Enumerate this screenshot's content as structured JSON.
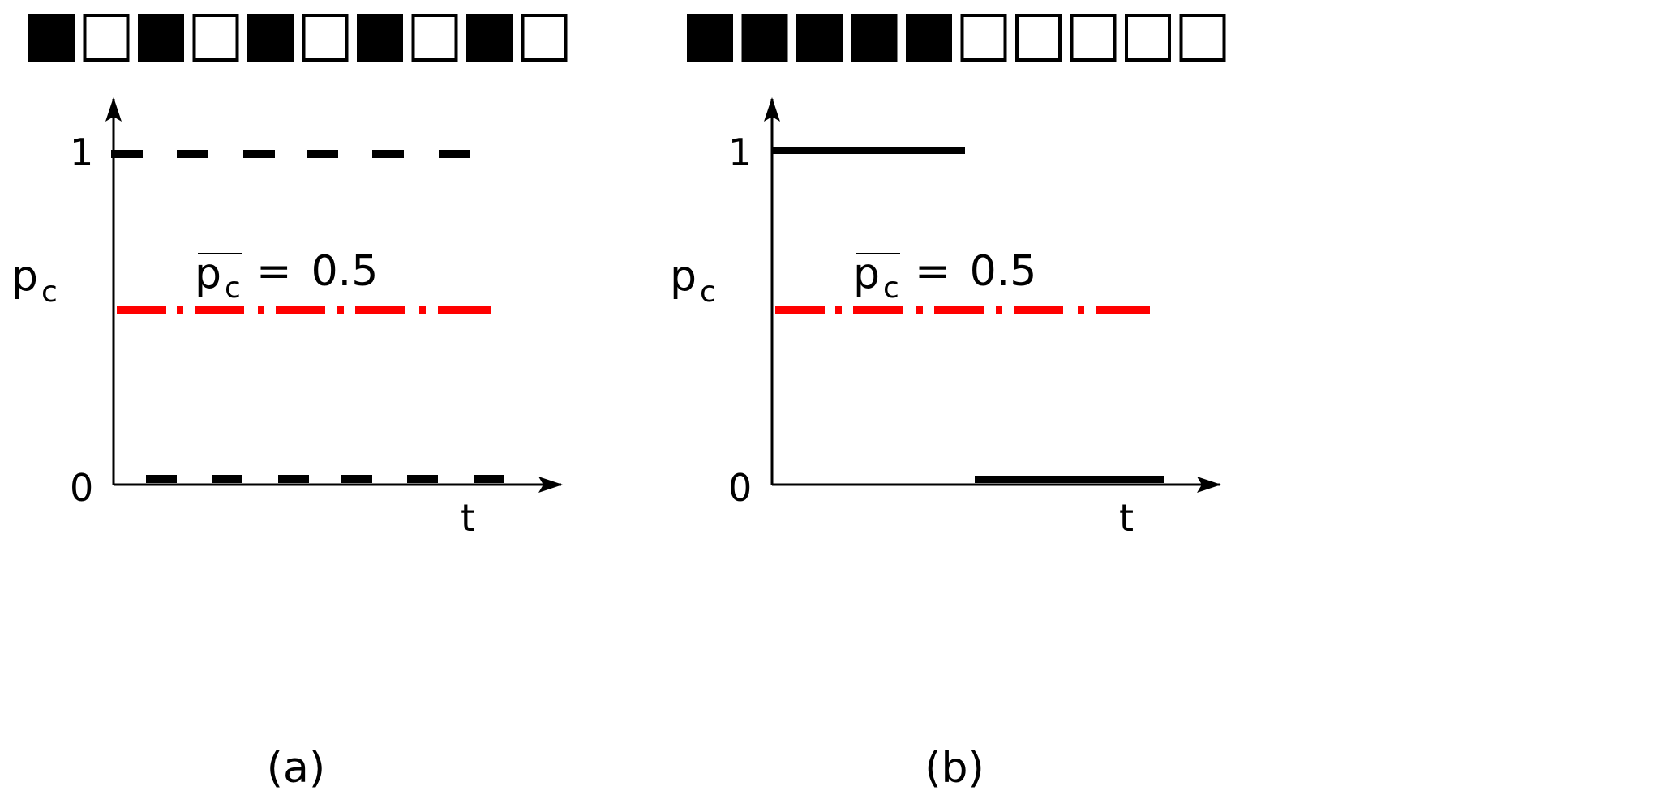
{
  "colors": {
    "ink": "#000000",
    "mean_line": "#ff0000",
    "empty": "#ffffff"
  },
  "panels": [
    {
      "label": "(a)",
      "sequence": [
        1,
        0,
        1,
        0,
        1,
        0,
        1,
        0,
        1,
        0
      ],
      "y_axis_label": "p",
      "y_axis_sub": "c",
      "x_axis_label": "t",
      "tick_high": "1",
      "tick_low": "0",
      "mean_label": {
        "symbol": "p",
        "sub": "c",
        "equals": "=",
        "value": "0.5"
      },
      "mean_value": 0.5,
      "signal_style": "alternating-dashed"
    },
    {
      "label": "(b)",
      "sequence": [
        1,
        1,
        1,
        1,
        1,
        0,
        0,
        0,
        0,
        0
      ],
      "y_axis_label": "p",
      "y_axis_sub": "c",
      "x_axis_label": "t",
      "tick_high": "1",
      "tick_low": "0",
      "mean_label": {
        "symbol": "p",
        "sub": "c",
        "equals": "=",
        "value": "0.5"
      },
      "mean_value": 0.5,
      "signal_style": "step"
    }
  ]
}
